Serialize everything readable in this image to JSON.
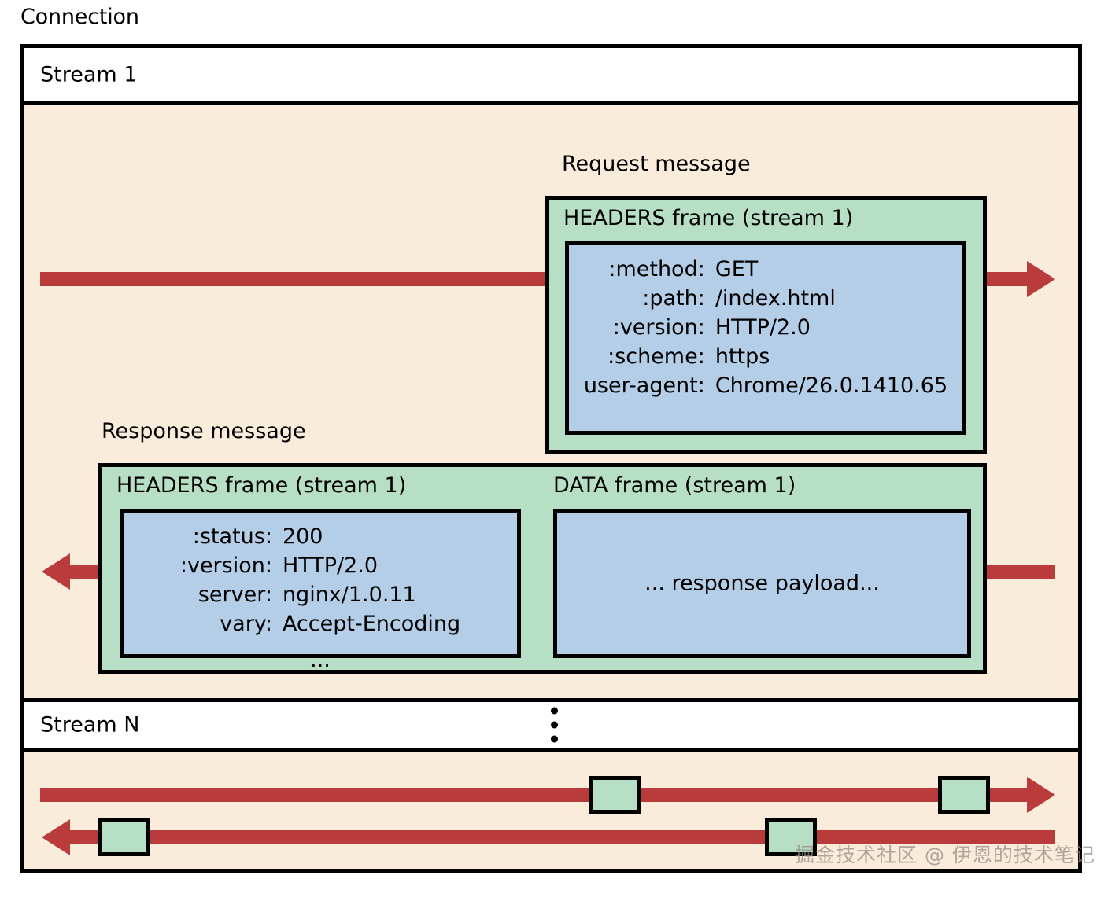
{
  "diagram": {
    "connection_label": "Connection",
    "streams": [
      {
        "id": "stream1",
        "title": "Stream 1"
      },
      {
        "id": "streamN",
        "title": "Stream N"
      }
    ],
    "request": {
      "group_label": "Request message",
      "frame_title": "HEADERS frame (stream 1)",
      "headers": [
        {
          "key": ":method:",
          "value": "GET"
        },
        {
          "key": ":path:",
          "value": "/index.html"
        },
        {
          "key": ":version:",
          "value": "HTTP/2.0"
        },
        {
          "key": ":scheme:",
          "value": "https"
        },
        {
          "key": "user-agent:",
          "value": "Chrome/26.0.1410.65"
        }
      ]
    },
    "response": {
      "group_label": "Response message",
      "headers_frame": {
        "frame_title": "HEADERS frame (stream 1)",
        "headers": [
          {
            "key": ":status:",
            "value": "200"
          },
          {
            "key": ":version:",
            "value": "HTTP/2.0"
          },
          {
            "key": "server:",
            "value": "nginx/1.0.11"
          },
          {
            "key": "vary:",
            "value": "Accept-Encoding"
          }
        ],
        "ellipsis": "..."
      },
      "data_frame": {
        "frame_title": "DATA frame (stream 1)",
        "payload_text": "... response payload..."
      }
    },
    "stream_n": {
      "ellipsis_icon": "vertical-ellipsis",
      "outbound_arrow_direction": "right",
      "inbound_arrow_direction": "left",
      "chip_count": 4
    },
    "colors": {
      "cream_background": "#faecda",
      "frame_green": "#b7dfc5",
      "payload_blue": "#b4cee8",
      "arrow_red": "#b93b3b",
      "outline_black": "#000000",
      "header_band_white": "#ffffff"
    },
    "watermark": "掘金技术社区 @ 伊恩的技术笔记"
  }
}
